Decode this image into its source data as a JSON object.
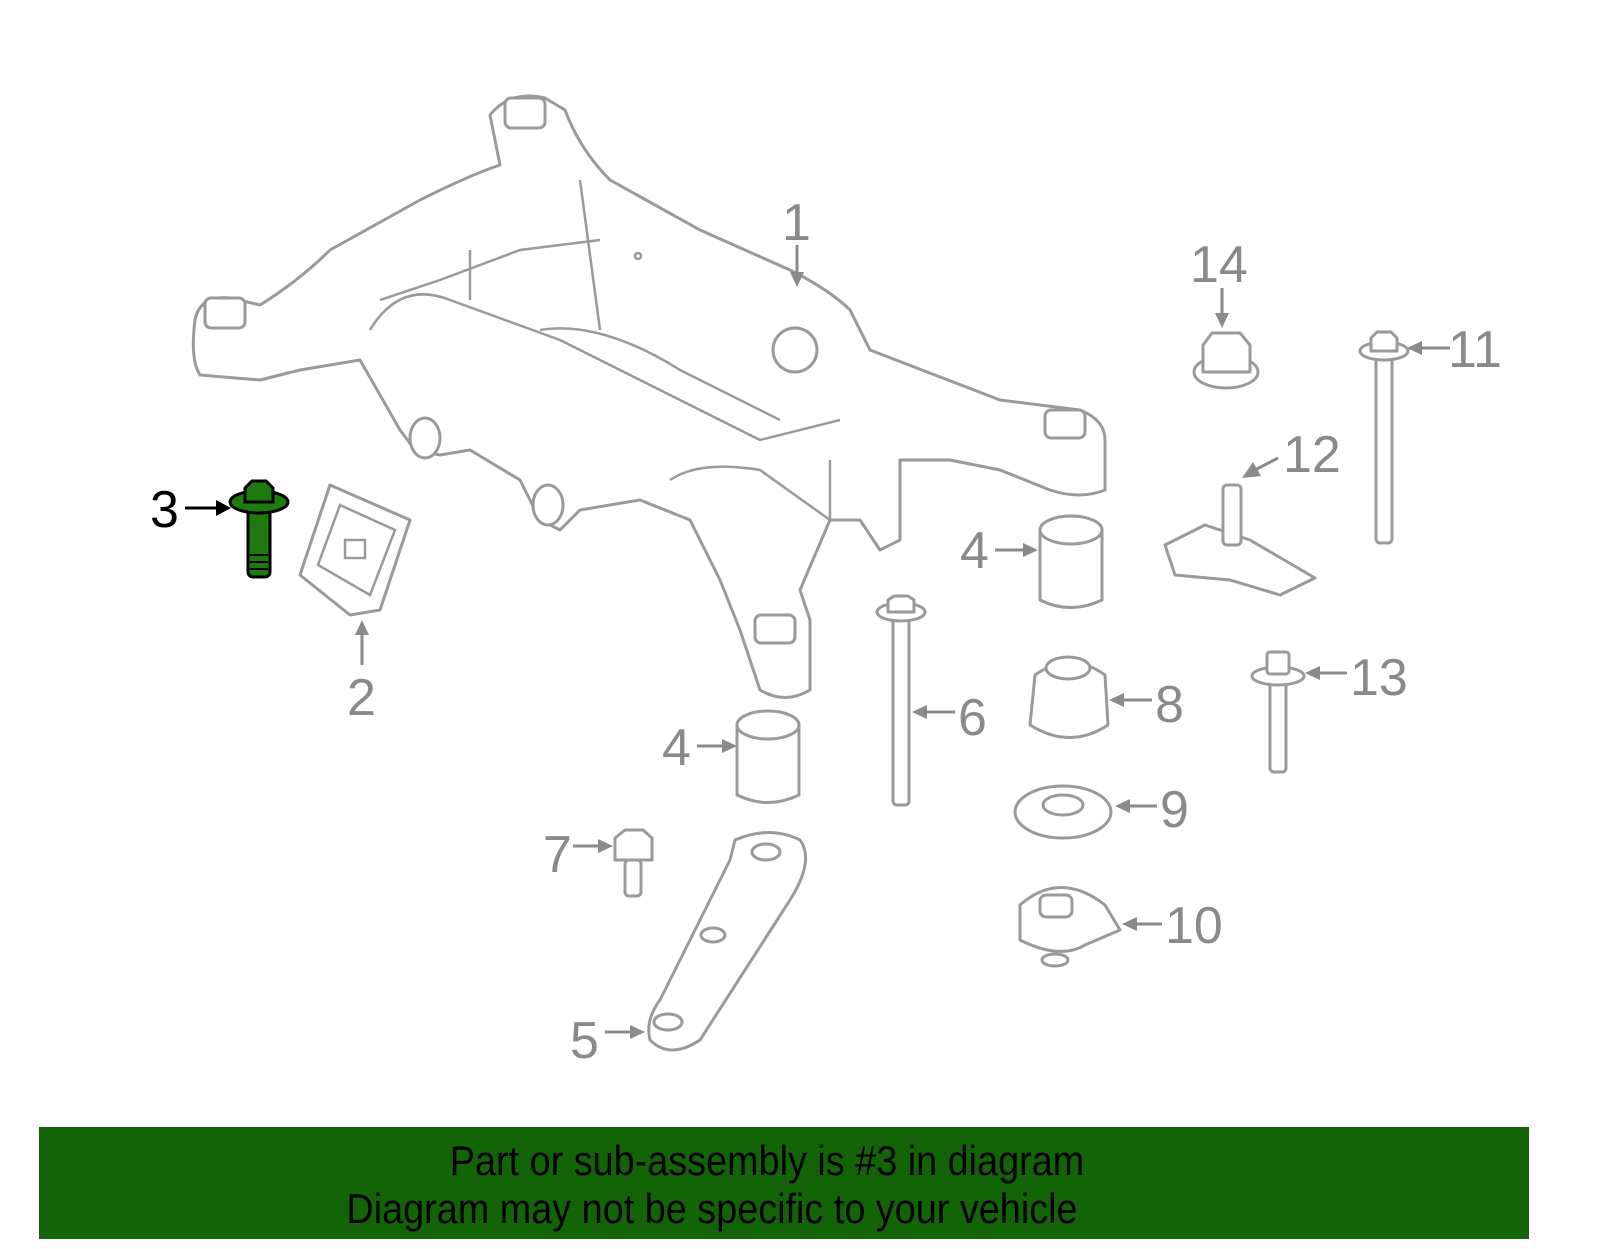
{
  "diagram": {
    "highlighted_part": "3",
    "labels": [
      "1",
      "2",
      "3",
      "4",
      "4",
      "5",
      "6",
      "7",
      "8",
      "9",
      "10",
      "11",
      "12",
      "13",
      "14"
    ],
    "line_color": "#9a9a9a",
    "highlight_color": "#1f7a0f"
  },
  "banner": {
    "line1": "Part or sub-assembly is #3 in diagram",
    "line2": "Diagram may not be specific to your vehicle",
    "color": "#136307"
  }
}
